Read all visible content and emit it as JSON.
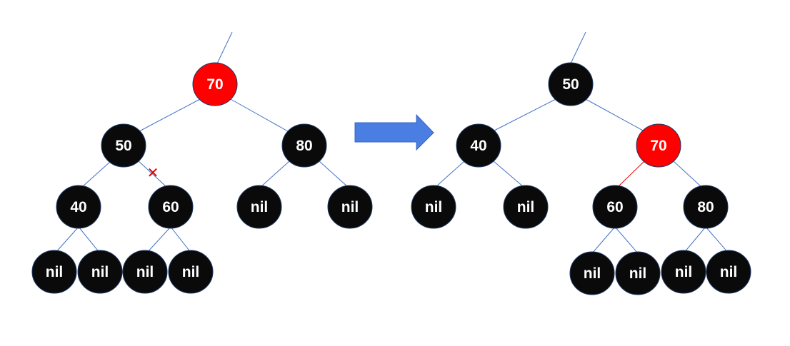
{
  "colors": {
    "black_node": "#0a0a0a",
    "red_node": "#ff0000",
    "edge": "#4472c4",
    "red_edge": "#e00000",
    "arrow": "#4a7ee3",
    "cross": "#e00000",
    "text": "#ffffff"
  },
  "left_tree": {
    "nodes": [
      {
        "id": "L70",
        "label": "70",
        "color": "red"
      },
      {
        "id": "L50",
        "label": "50",
        "color": "black"
      },
      {
        "id": "L80",
        "label": "80",
        "color": "black"
      },
      {
        "id": "L40",
        "label": "40",
        "color": "black"
      },
      {
        "id": "L60",
        "label": "60",
        "color": "black"
      },
      {
        "id": "LnilA",
        "label": "nil",
        "color": "black"
      },
      {
        "id": "LnilB",
        "label": "nil",
        "color": "black"
      },
      {
        "id": "LnilC",
        "label": "nil",
        "color": "black"
      },
      {
        "id": "LnilD",
        "label": "nil",
        "color": "black"
      },
      {
        "id": "LnilE",
        "label": "nil",
        "color": "black"
      },
      {
        "id": "LnilF",
        "label": "nil",
        "color": "black"
      }
    ],
    "cut_edge_marker": "✕"
  },
  "transform_arrow_icon": "right-arrow-icon",
  "right_tree": {
    "nodes": [
      {
        "id": "R50",
        "label": "50",
        "color": "black"
      },
      {
        "id": "R40",
        "label": "40",
        "color": "black"
      },
      {
        "id": "R70",
        "label": "70",
        "color": "red"
      },
      {
        "id": "RnilA",
        "label": "nil",
        "color": "black"
      },
      {
        "id": "RnilB",
        "label": "nil",
        "color": "black"
      },
      {
        "id": "R60",
        "label": "60",
        "color": "black"
      },
      {
        "id": "R80",
        "label": "80",
        "color": "black"
      },
      {
        "id": "RnilC",
        "label": "nil",
        "color": "black"
      },
      {
        "id": "RnilD",
        "label": "nil",
        "color": "black"
      },
      {
        "id": "RnilE",
        "label": "nil",
        "color": "black"
      },
      {
        "id": "RnilF",
        "label": "nil",
        "color": "black"
      }
    ]
  }
}
